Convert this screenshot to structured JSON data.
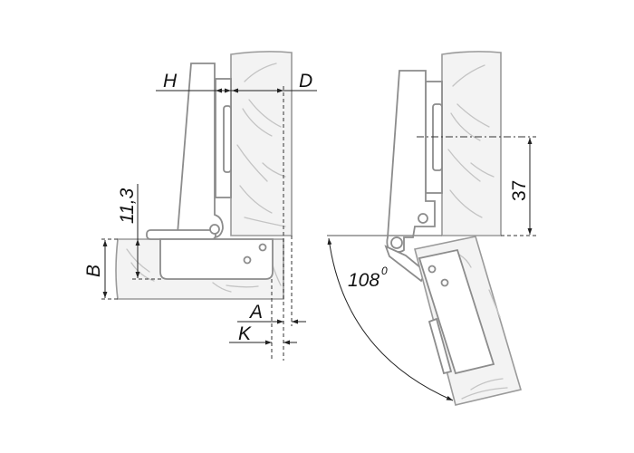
{
  "left_drawing": {
    "labels": {
      "H": "H",
      "D": "D",
      "A": "A",
      "K": "K",
      "B": "B",
      "cup_depth": "11,3"
    }
  },
  "right_drawing": {
    "labels": {
      "distance": "37",
      "angle": "108",
      "angle_unit": "0"
    }
  },
  "colors": {
    "wood_fill": "#f3f3f3",
    "outline": "#8c8c8c",
    "dimension": "#222222"
  }
}
